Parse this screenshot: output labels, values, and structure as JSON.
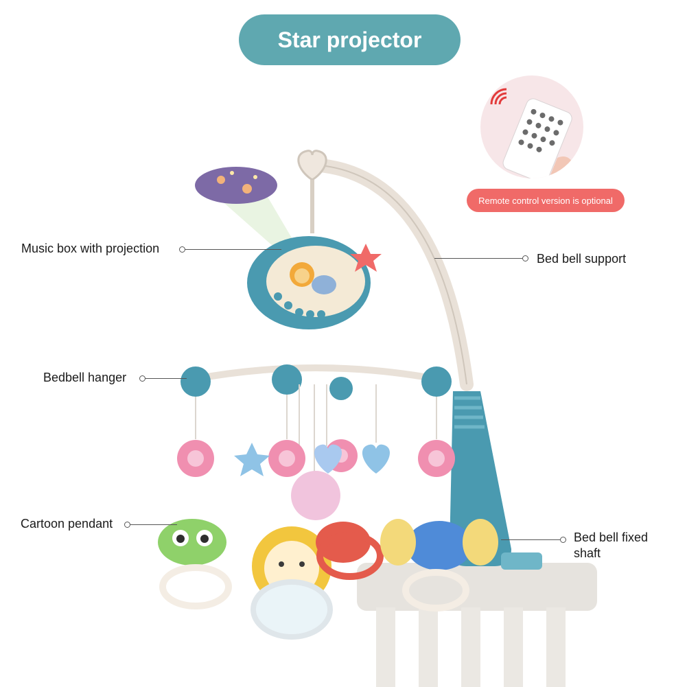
{
  "title": "Star projector",
  "remote_note": "Remote control version is optional",
  "labels": {
    "music_box": "Music box with projection",
    "bed_bell_support": "Bed bell support",
    "bedbell_hanger": "Bedbell hanger",
    "cartoon_pendant": "Cartoon pendant",
    "bed_bell_fixed_shaft_line1": "Bed bell fixed",
    "bed_bell_fixed_shaft_line2": "shaft"
  },
  "colors": {
    "title_pill": "#5fa8b0",
    "remote_badge": "#f06a68",
    "toy_teal": "#4a9ab0",
    "crib": "#e6e3de",
    "projection": "#7d6aa6"
  }
}
